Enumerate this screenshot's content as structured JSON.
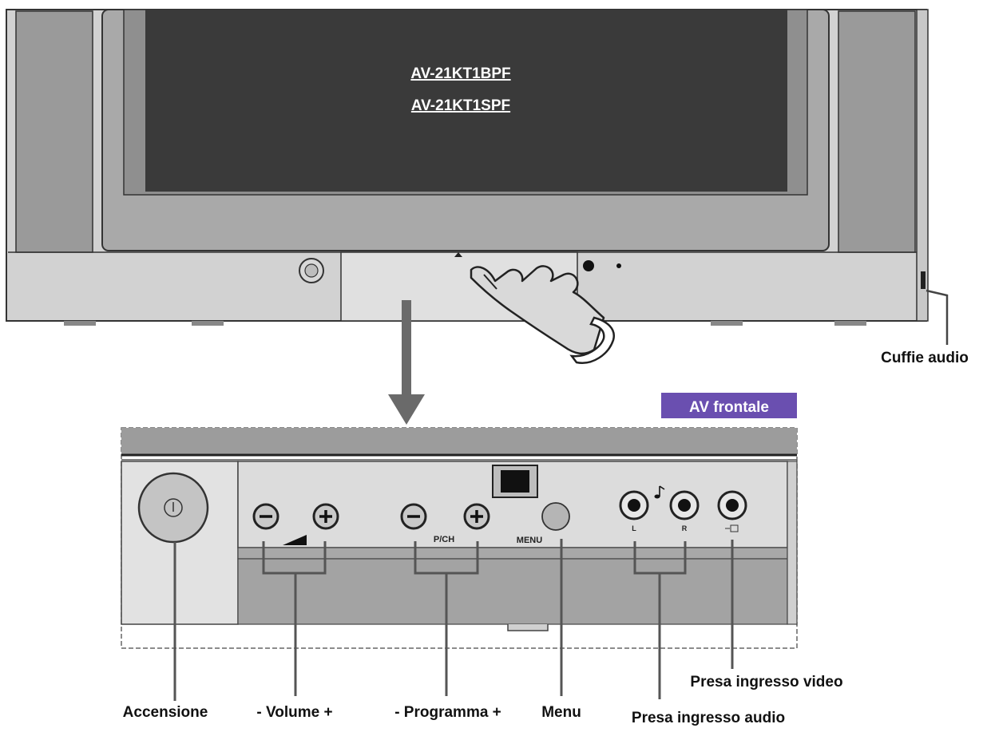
{
  "models": [
    "AV-21KT1BPF",
    "AV-21KT1SPF"
  ],
  "badge": {
    "text": "AV frontale",
    "color": "#6a4fb0"
  },
  "callouts": {
    "headphones": "Cuffie audio",
    "power": "Accensione",
    "volume": "- Volume +",
    "program": "- Programma +",
    "menu": "Menu",
    "video_in": "Presa ingresso video",
    "audio_in": "Presa ingresso audio"
  },
  "panel_labels": {
    "pch": "P/CH",
    "menu": "MENU",
    "left": "L",
    "right": "R"
  },
  "icons": [
    "power-icon",
    "minus-icon",
    "plus-icon",
    "volume-ramp-icon",
    "music-note-icon",
    "video-input-icon",
    "hand-icon",
    "arrow-down-icon"
  ]
}
